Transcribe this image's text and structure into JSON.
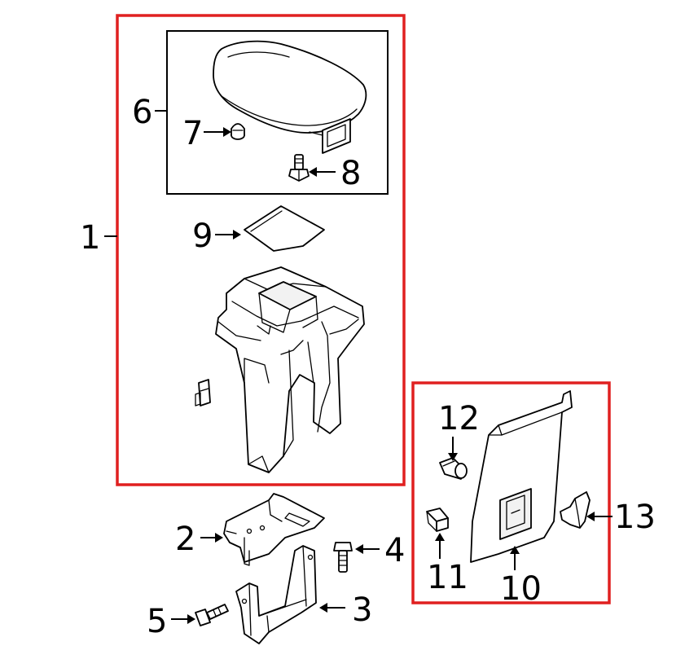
{
  "colors": {
    "group_highlight": "#e02020",
    "line": "#000000",
    "background": "#ffffff"
  },
  "callouts": {
    "c1": "1",
    "c2": "2",
    "c3": "3",
    "c4": "4",
    "c5": "5",
    "c6": "6",
    "c7": "7",
    "c8": "8",
    "c9": "9",
    "c10": "10",
    "c11": "11",
    "c12": "12",
    "c13": "13"
  }
}
